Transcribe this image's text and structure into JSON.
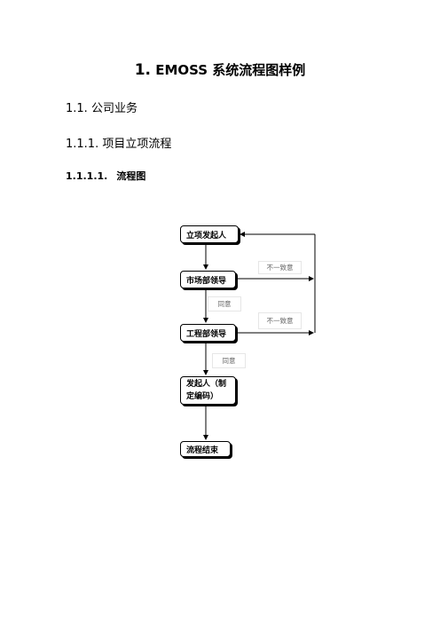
{
  "heading1": {
    "number": "1.",
    "text": "EMOSS 系统流程图样例"
  },
  "heading2": {
    "text": "1.1. 公司业务"
  },
  "heading3": {
    "text": "1.1.1. 项目立项流程"
  },
  "heading4": {
    "number": "1.1.1.1.",
    "text": "流程图"
  },
  "flowchart": {
    "nodes": [
      {
        "id": "initiator",
        "label": "立项发起人"
      },
      {
        "id": "market-leader",
        "label": "市场部领导"
      },
      {
        "id": "engineering-leader",
        "label": "工程部领导"
      },
      {
        "id": "initiator-coding",
        "label": "发起人（制定编码）"
      },
      {
        "id": "end",
        "label": "流程结束"
      }
    ],
    "edge_labels": {
      "disagree_1": "不一致意",
      "agree_1": "同意",
      "disagree_2": "不一致意",
      "agree_2": "同意"
    }
  }
}
